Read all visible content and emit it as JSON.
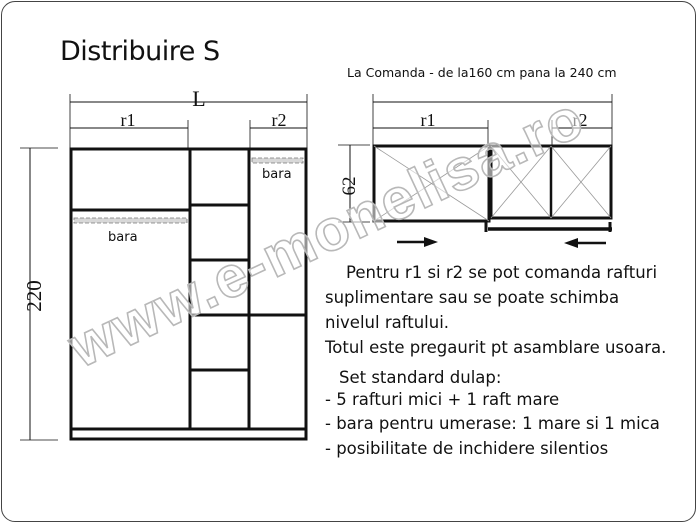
{
  "title": "Distribuire S",
  "subtitle": "La Comanda - de la160 cm pana la 240 cm",
  "dims": {
    "L": "L",
    "r1": "r1",
    "r2": "r2",
    "height": "220",
    "door_height": "62"
  },
  "bar_label": "bara",
  "watermark": "www.e-monelisa.ro",
  "notes": [
    "Pentru r1 si r2 se pot comanda rafturi",
    "suplimentare sau se poate schimba",
    "nivelul raftului.",
    "Totul este pregaurit pt  asamblare usoara."
  ],
  "set_title": "Set standard dulap:",
  "set_items": [
    "-  5 rafturi mici + 1 raft mare",
    "-  bara pentru umerase: 1 mare si 1 mica",
    "-   posibilitate de inchidere silentios"
  ]
}
